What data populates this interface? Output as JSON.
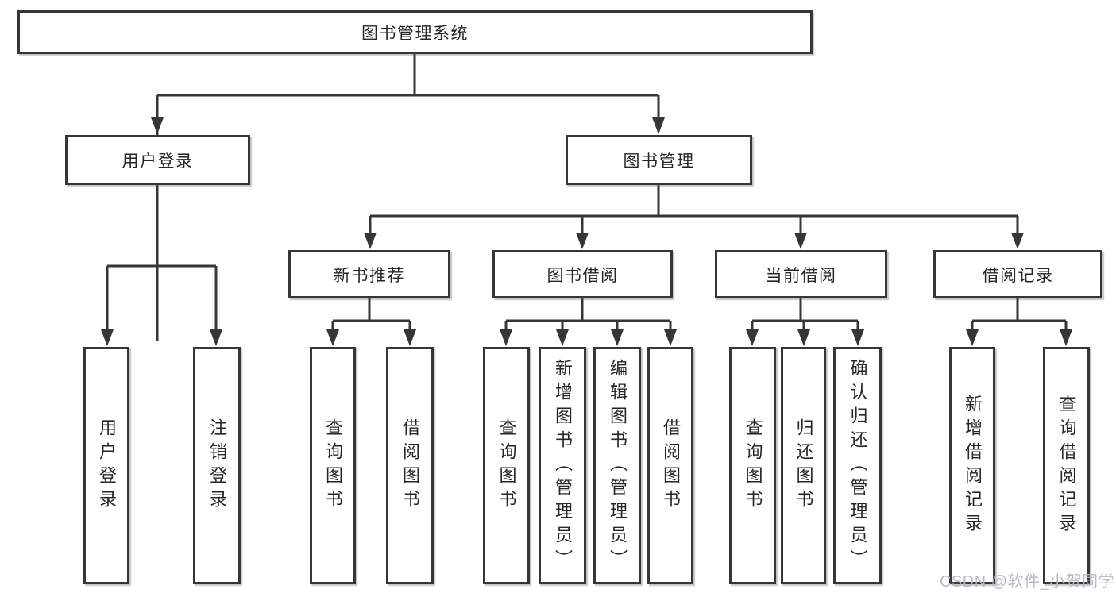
{
  "diagram_type": "tree",
  "colors": {
    "box_border": "#363636",
    "connector_line": "#363636",
    "text": "#262626",
    "background": "#ffffff",
    "watermark": "#b2b8bf"
  },
  "tree": {
    "root": {
      "label": "图书管理系统",
      "children": [
        {
          "label": "用户登录",
          "children": [
            {
              "label": "用户登录"
            },
            {
              "label": "注销登录"
            }
          ]
        },
        {
          "label": "图书管理",
          "children": [
            {
              "label": "新书推荐",
              "children": [
                {
                  "label": "查询图书"
                },
                {
                  "label": "借阅图书"
                }
              ]
            },
            {
              "label": "图书借阅",
              "children": [
                {
                  "label": "查询图书"
                },
                {
                  "label": "新增图书（管理员）"
                },
                {
                  "label": "编辑图书（管理员）"
                },
                {
                  "label": "借阅图书"
                }
              ]
            },
            {
              "label": "当前借阅",
              "children": [
                {
                  "label": "查询图书"
                },
                {
                  "label": "归还图书"
                },
                {
                  "label": "确认归还（管理员）"
                }
              ]
            },
            {
              "label": "借阅记录",
              "children": [
                {
                  "label": "新增借阅记录"
                },
                {
                  "label": "查询借阅记录"
                }
              ]
            }
          ]
        }
      ]
    }
  },
  "watermark": {
    "text": "CSDN @软件_小贺同学"
  }
}
